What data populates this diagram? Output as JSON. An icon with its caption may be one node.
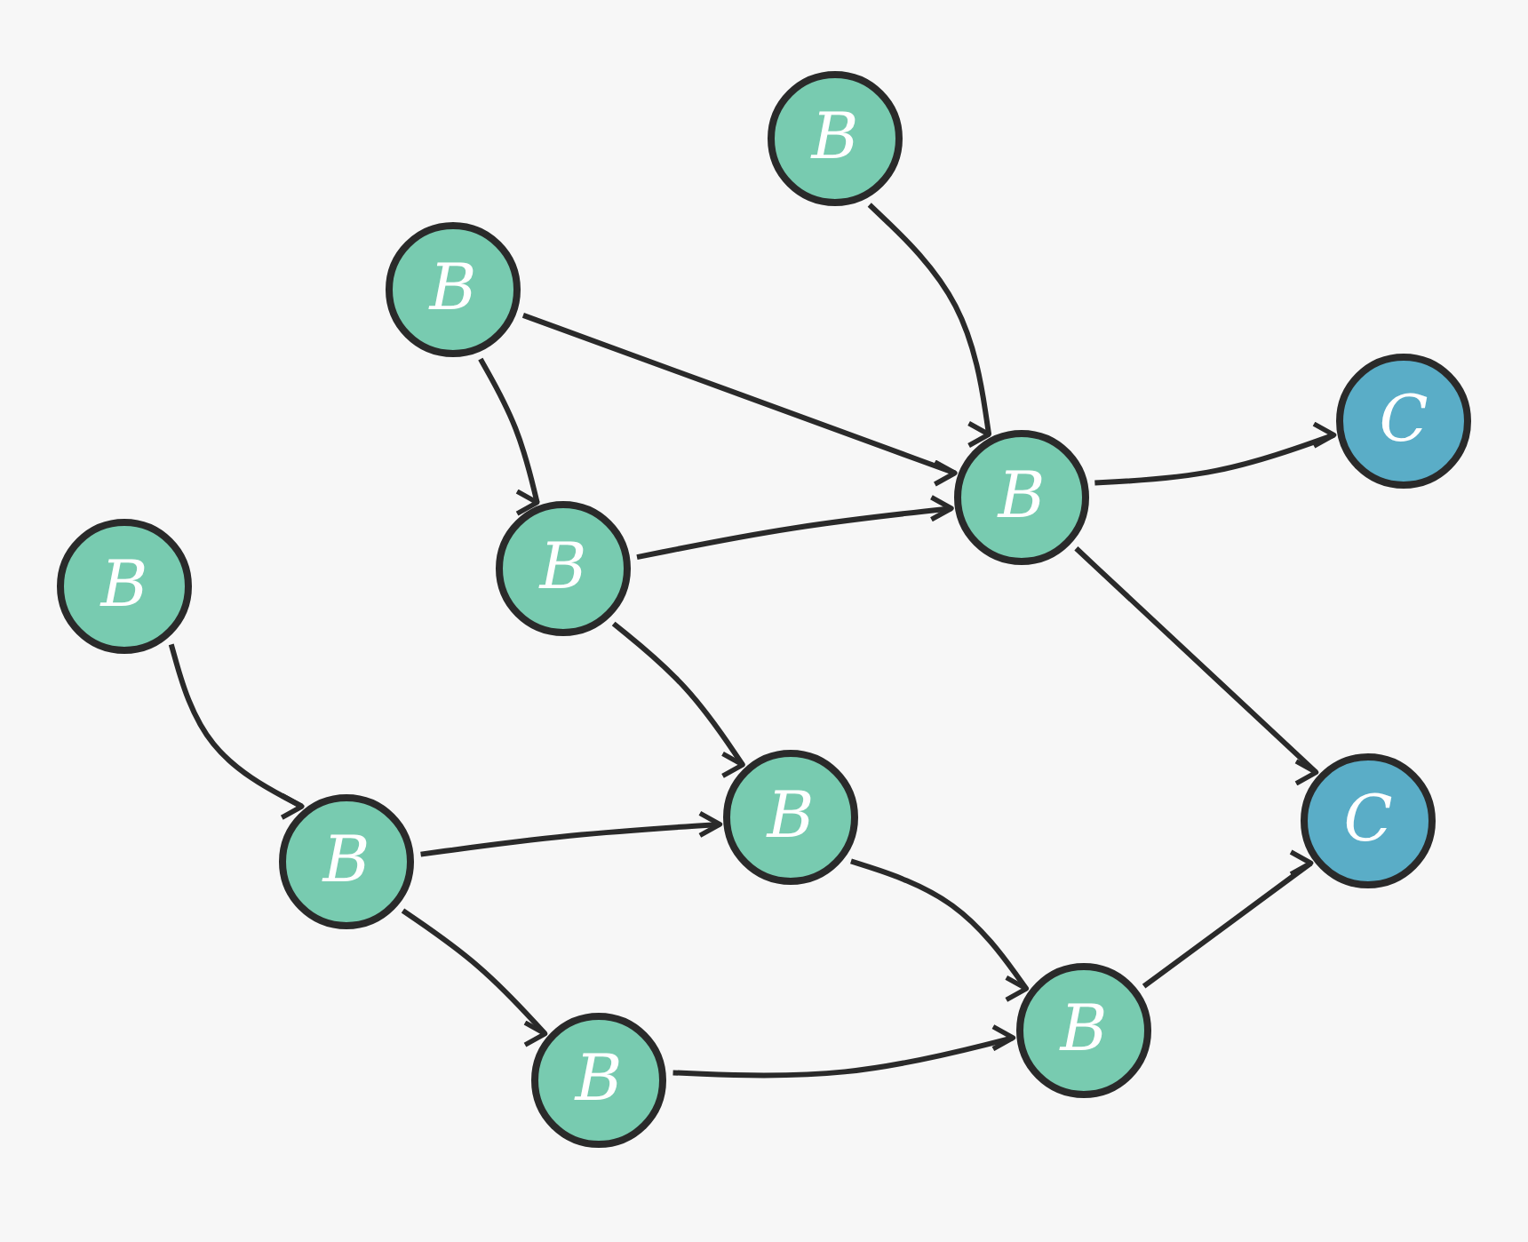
{
  "diagram": {
    "nodes": [
      {
        "text": [
          "B"
        ]
      },
      {
        "text": [
          "B"
        ]
      },
      {
        "text": [
          "B"
        ]
      },
      {
        "text": [
          "C"
        ]
      },
      {
        "text": [
          "B"
        ]
      },
      {
        "text": [
          "B"
        ]
      },
      {
        "text": [
          "B"
        ]
      },
      {
        "text": [
          "C"
        ]
      },
      {
        "text": [
          "B"
        ]
      },
      {
        "text": [
          "B"
        ]
      },
      {
        "text": [
          "B"
        ]
      }
    ],
    "edges": [
      {
        "from": 0,
        "to": 2,
        "arrow": "to"
      },
      {
        "from": 1,
        "to": 2,
        "arrow": "to"
      },
      {
        "from": 1,
        "to": 5,
        "arrow": "to"
      },
      {
        "from": 2,
        "to": 3,
        "arrow": "to"
      },
      {
        "from": 2,
        "to": 7,
        "arrow": "to"
      },
      {
        "from": 5,
        "to": 2,
        "arrow": "to"
      },
      {
        "from": 5,
        "to": 6,
        "arrow": "to"
      },
      {
        "from": 4,
        "to": 8,
        "arrow": "to"
      },
      {
        "from": 8,
        "to": 6,
        "arrow": "to"
      },
      {
        "from": 8,
        "to": 10,
        "arrow": "to"
      },
      {
        "from": 6,
        "to": 9,
        "arrow": "to"
      },
      {
        "from": 10,
        "to": 9,
        "arrow": "to"
      },
      {
        "from": 9,
        "to": 7,
        "arrow": "to"
      }
    ]
  }
}
